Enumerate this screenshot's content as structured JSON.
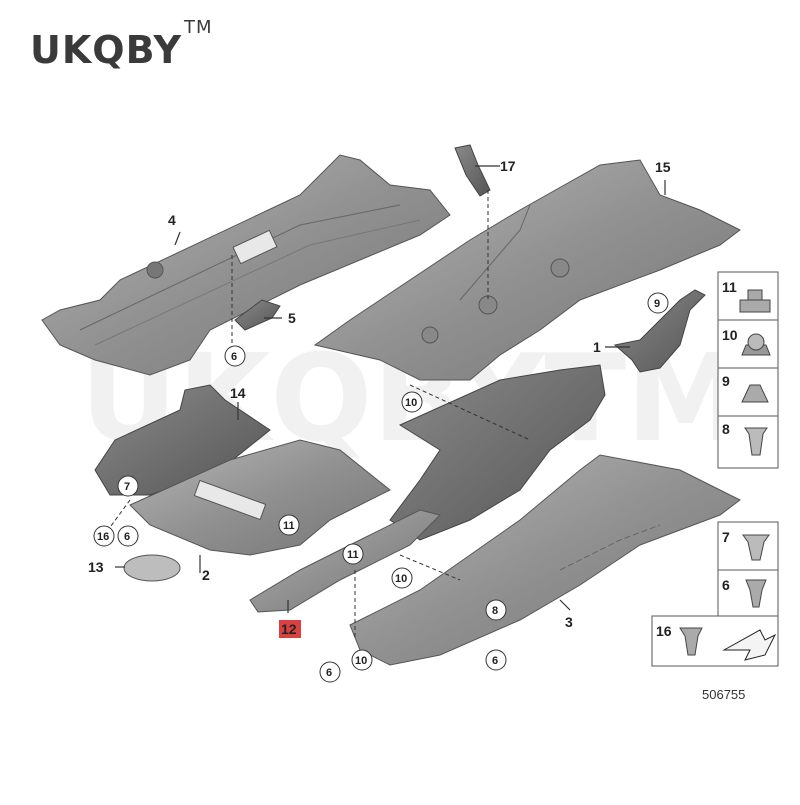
{
  "brand": {
    "name": "UKQBY",
    "mark": "TM"
  },
  "watermark": "UKQBYTM",
  "reference_number": "506755",
  "callouts": [
    "1",
    "2",
    "3",
    "4",
    "5",
    "6",
    "7",
    "8",
    "9",
    "10",
    "11",
    "12",
    "13",
    "14",
    "15",
    "16",
    "17"
  ],
  "highlighted_callout": "12",
  "colors": {
    "panel": "#8e8e8e",
    "panel_dark": "#6c6c6c",
    "panel_light": "#b4b4b4",
    "highlight": "#d94040"
  },
  "legend_items": [
    {
      "number": "11",
      "part": "clip-nut"
    },
    {
      "number": "10",
      "part": "flange-nut"
    },
    {
      "number": "9",
      "part": "spring-clip"
    },
    {
      "number": "8",
      "part": "expanding-rivet"
    },
    {
      "number": "7",
      "part": "push-rivet"
    },
    {
      "number": "6",
      "part": "screw"
    },
    {
      "number": "16",
      "part": "flange-screw"
    }
  ]
}
